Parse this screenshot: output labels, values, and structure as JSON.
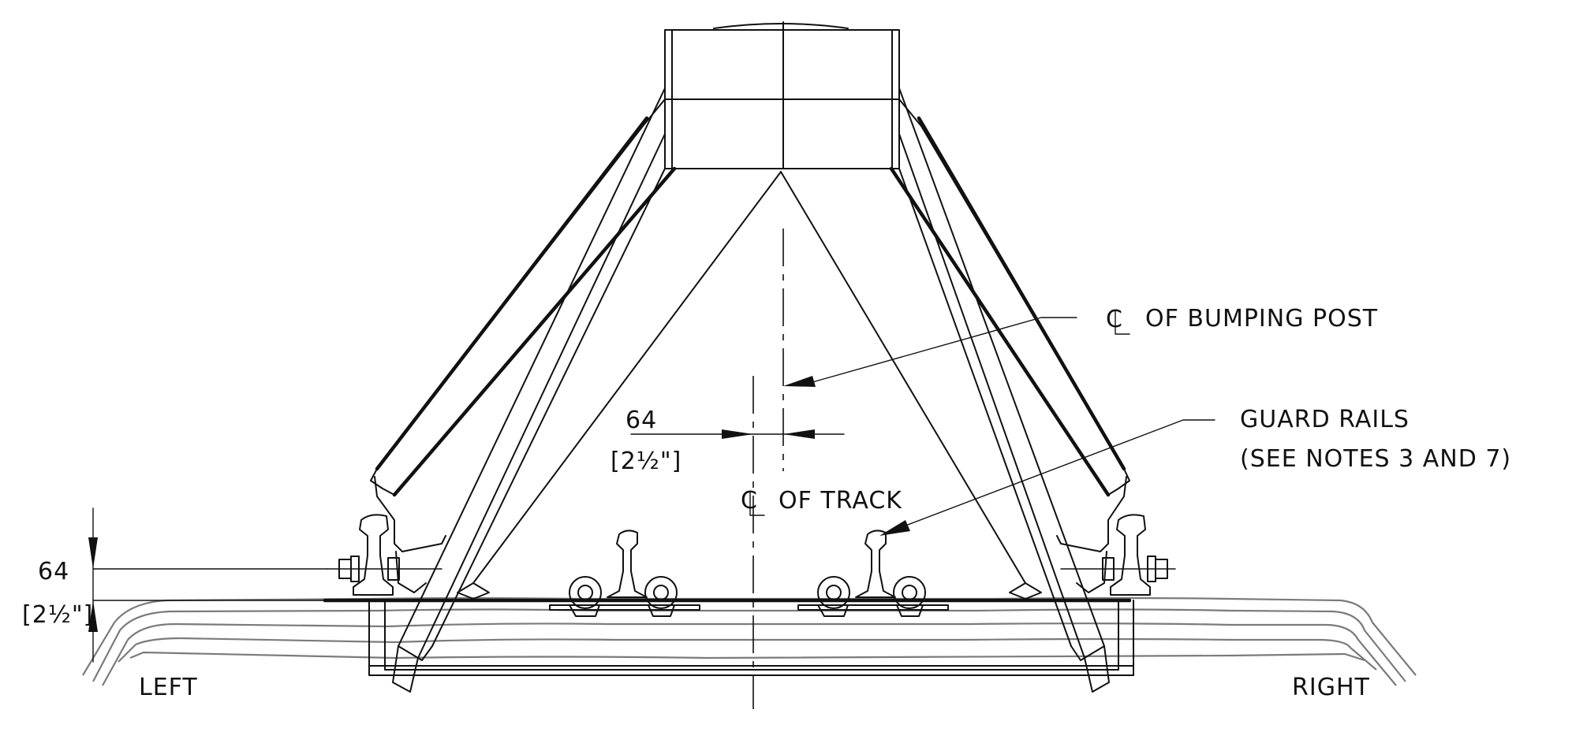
{
  "labels": {
    "cl_bumping_post": "OF BUMPING POST",
    "cl_track": "OF TRACK",
    "guard_rails_line1": "GUARD RAILS",
    "guard_rails_line2": "(SEE NOTES 3 AND 7)",
    "left": "LEFT",
    "right": "RIGHT"
  },
  "dimensions": {
    "offset_metric": "64",
    "offset_imperial": "[2½\"]",
    "height_metric": "64",
    "height_imperial": "[2½\"]"
  }
}
